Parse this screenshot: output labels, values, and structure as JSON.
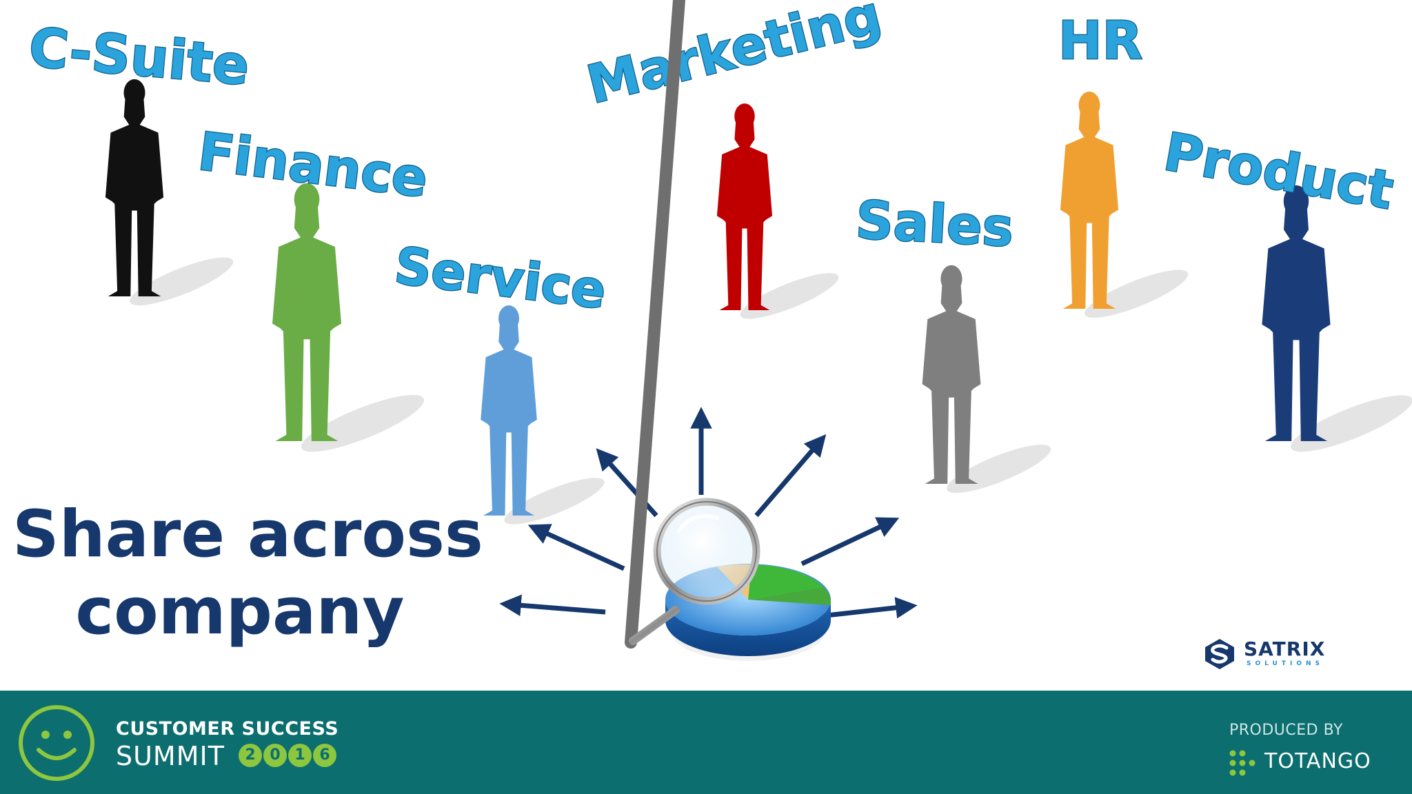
{
  "slide": {
    "departments": [
      {
        "label": "C-Suite",
        "color": "#111111"
      },
      {
        "label": "Finance",
        "color": "#6aac46"
      },
      {
        "label": "Service",
        "color": "#5f9ed8"
      },
      {
        "label": "Marketing",
        "color": "#c00000"
      },
      {
        "label": "Sales",
        "color": "#7f7f7f"
      },
      {
        "label": "HR",
        "color": "#f0a030"
      },
      {
        "label": "Product",
        "color": "#1a3d7a"
      }
    ],
    "headline_line1": "Share across",
    "headline_line2": "company",
    "label_color": "#2ba3dc",
    "headline_color": "#16386d",
    "arrow_color": "#16386d",
    "center_icon": "magnifier-over-pie-chart-icon"
  },
  "sponsor": {
    "name": "SATRIX",
    "subtitle": "SOLUTIONS",
    "icon": "satrix-s-icon"
  },
  "footer": {
    "background": "#0c6e6f",
    "event_line1": "CUSTOMER SUCCESS",
    "event_line2": "SUMMIT",
    "year_digits": [
      "2",
      "0",
      "1",
      "6"
    ],
    "produced_by": "PRODUCED BY",
    "producer_name": "TOTANGO",
    "event_icon": "smiley-icon",
    "producer_icon": "totango-dots-icon",
    "accent": "#8dc63f"
  }
}
